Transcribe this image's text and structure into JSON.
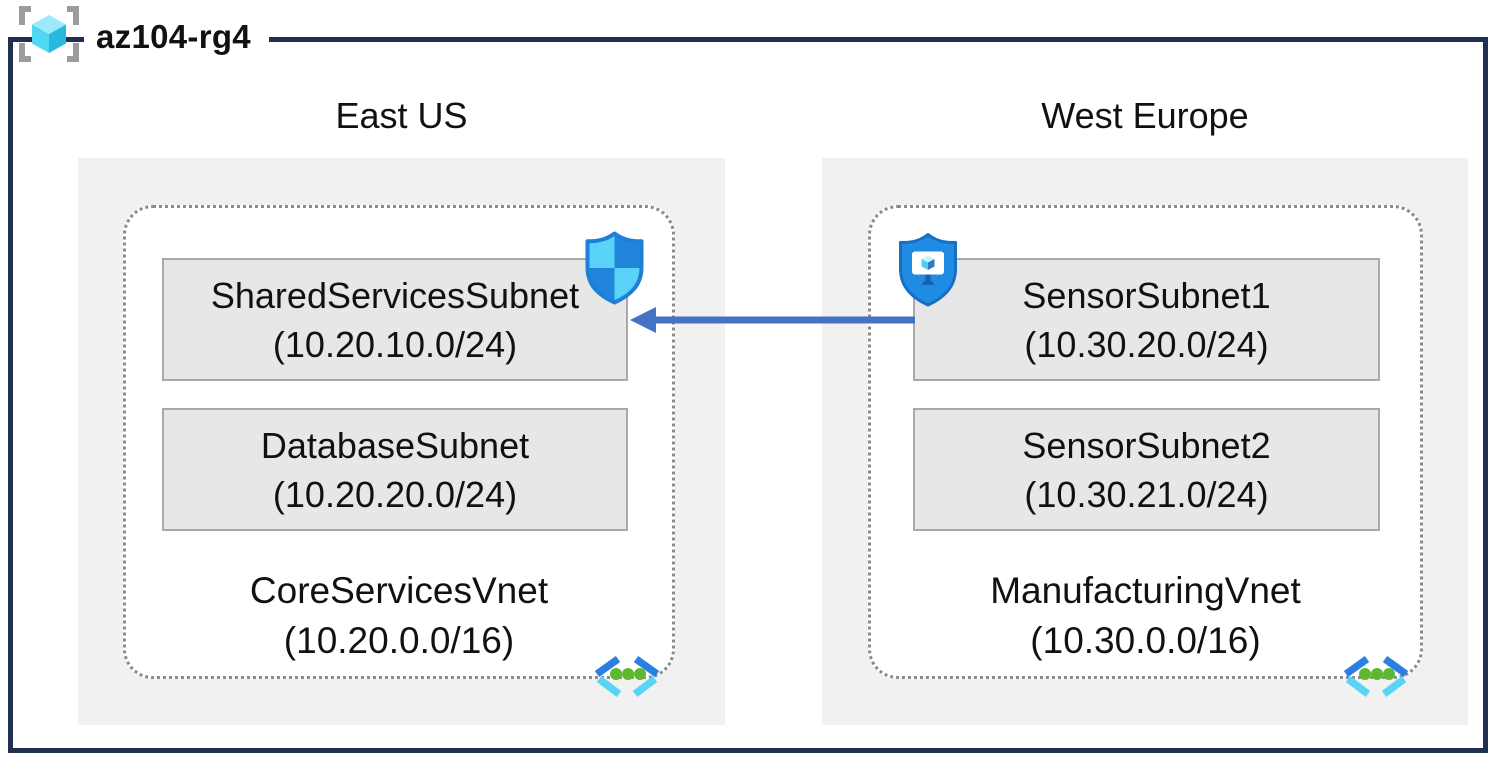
{
  "resource_group": {
    "title": "az104-rg4",
    "icon": "resource-group-icon"
  },
  "regions": [
    {
      "name": "East US",
      "vnet": {
        "name": "CoreServicesVnet",
        "cidr": "(10.20.0.0/16)",
        "icon": "virtual-network-icon",
        "subnets": [
          {
            "name": "SharedServicesSubnet",
            "cidr": "(10.20.10.0/24)",
            "badge": "network-security-group-icon"
          },
          {
            "name": "DatabaseSubnet",
            "cidr": "(10.20.20.0/24)",
            "badge": null
          }
        ]
      }
    },
    {
      "name": "West Europe",
      "vnet": {
        "name": "ManufacturingVnet",
        "cidr": "(10.30.0.0/16)",
        "icon": "virtual-network-icon",
        "subnets": [
          {
            "name": "SensorSubnet1",
            "cidr": "(10.30.20.0/24)",
            "badge": "application-security-group-icon"
          },
          {
            "name": "SensorSubnet2",
            "cidr": "(10.30.21.0/24)",
            "badge": null
          }
        ]
      }
    }
  ],
  "connection": {
    "from": "SensorSubnet1",
    "to": "SharedServicesSubnet",
    "direction": "right-to-left",
    "color": "#4472c4"
  },
  "colors": {
    "frame_border": "#1f3050",
    "region_background": "#f1f1f2",
    "subnet_background": "#e7e7e7",
    "subnet_border": "#a9a9a9",
    "vnet_dotted_border": "#8b8b8b",
    "arrow": "#4472c4"
  }
}
